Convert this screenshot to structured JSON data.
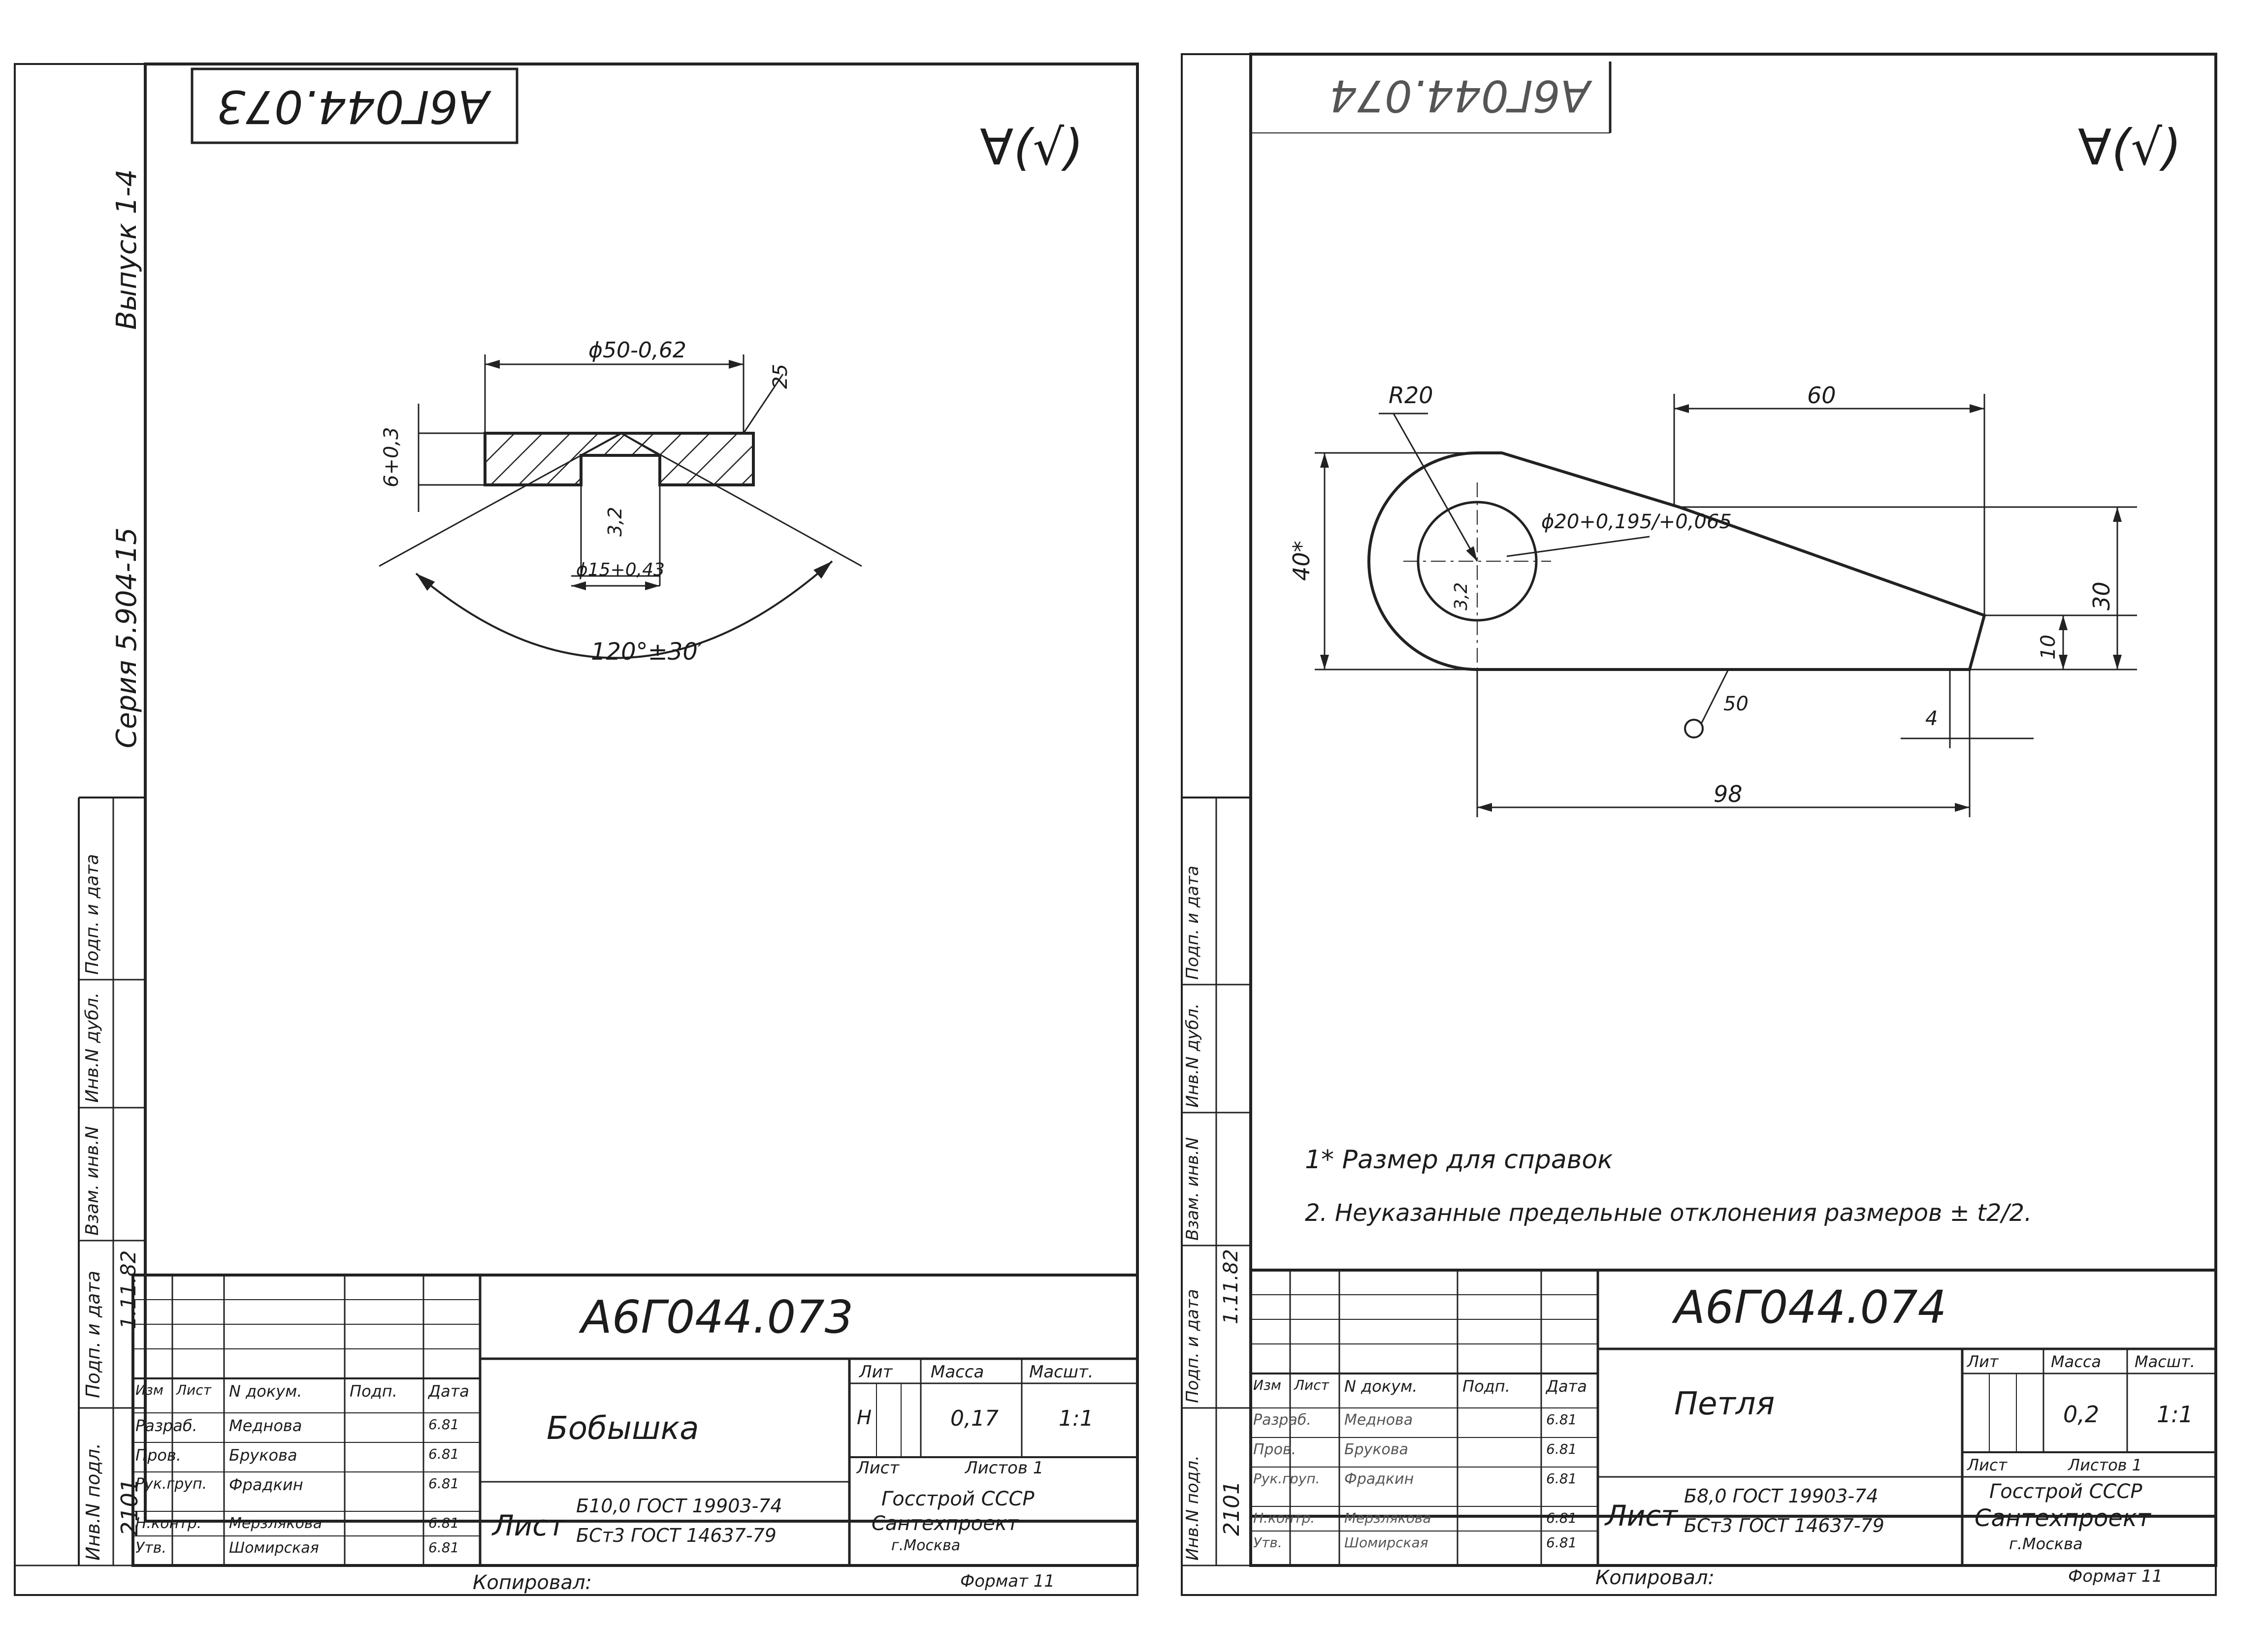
{
  "left_sheet": {
    "header_code": "А6Г044.073",
    "roughness_mark": "∀(√)",
    "side_labels": {
      "issue": "Выпуск 1-4",
      "series": "Серия 5.904-15"
    },
    "dimensions": {
      "outer_dia": "ϕ50-0,62",
      "chamfer": "25",
      "height": "6+0,3",
      "depth": "3,2",
      "bore_dia": "ϕ15+0,43",
      "angle": "120°±30′"
    },
    "stamp": {
      "designation": "А6Г044.073",
      "title": "Бобышка",
      "material_sheet_label": "Лист",
      "material_line1": "Б10,0 ГОСТ 19903-74",
      "material_line2": "БСт3 ГОСТ 14637-79",
      "col_headers": [
        "Лит",
        "Масса",
        "Масшт."
      ],
      "mass": "0,17",
      "scale": "1:1",
      "lit": "Н",
      "sheet_label": "Лист",
      "sheets_label": "Листов 1",
      "org_line1": "Госстрой СССР",
      "org_line2": "Сантехпроект",
      "org_line3": "г.Москва",
      "rows": [
        [
          "Изм",
          "Лист",
          "N докум.",
          "Подп.",
          "Дата"
        ],
        [
          "Разраб.",
          "Меднова",
          "",
          "",
          "6.81"
        ],
        [
          "Пров.",
          "Брукова",
          "",
          "",
          "6.81"
        ],
        [
          "Рук.груп.",
          "Фрадкин",
          "",
          "",
          "6.81"
        ],
        [
          "Н.контр.",
          "Мерзлякова",
          "",
          "",
          "6.81"
        ],
        [
          "Утв.",
          "Шомирская",
          "",
          "",
          "6.81"
        ]
      ],
      "copied": "Копировал:",
      "format": "Формат 11"
    },
    "left_column": {
      "inv": "Инв.N подл.",
      "inv_value": "2101",
      "sign_date": "Подп. и дата",
      "sign_value": "1.11.82",
      "replace": "Взам. инв.N",
      "dup": "Инв.N дубл.",
      "sign2": "Подп. и дата"
    }
  },
  "right_sheet": {
    "header_code": "А6Г044.074",
    "roughness_mark": "∀(√)",
    "dimensions": {
      "radius": "R20",
      "top_len": "60",
      "hole": "ϕ20+0,195/+0,065",
      "height_total": "40*",
      "r_small": "3,2",
      "right_h": "30",
      "right_small": "10",
      "bottom_mark": "50",
      "small_gap": "4",
      "total_len": "98"
    },
    "notes": [
      "1* Размер для справок",
      "2. Неуказанные предельные отклонения размеров ± t2/2."
    ],
    "stamp": {
      "designation": "А6Г044.074",
      "title": "Петля",
      "material_sheet_label": "Лист",
      "material_line1": "Б8,0 ГОСТ 19903-74",
      "material_line2": "БСт3 ГОСТ 14637-79",
      "col_headers": [
        "Лит",
        "Масса",
        "Масшт."
      ],
      "mass": "0,2",
      "scale": "1:1",
      "sheet_label": "Лист",
      "sheets_label": "Листов 1",
      "org_line1": "Госстрой СССР",
      "org_line2": "Сантехпроект",
      "org_line3": "г.Москва",
      "rows": [
        [
          "Изм",
          "Лист",
          "N докум.",
          "Подп.",
          "Дата"
        ],
        [
          "Разраб.",
          "Меднова",
          "",
          "",
          "6.81"
        ],
        [
          "Пров.",
          "Брукова",
          "",
          "",
          "6.81"
        ],
        [
          "Рук.груп.",
          "Фрадкин",
          "",
          "",
          "6.81"
        ],
        [
          "Н.контр.",
          "Мерзлякова",
          "",
          "",
          "6.81"
        ],
        [
          "Утв.",
          "Шомирская",
          "",
          "",
          "6.81"
        ]
      ],
      "copied": "Копировал:",
      "format": "Формат 11"
    },
    "left_column": {
      "inv": "Инв.N подл.",
      "inv_value": "2101",
      "sign_date": "Подп. и дата",
      "sign_value": "1.11.82",
      "replace": "Взам. инв.N",
      "dup": "Инв.N дубл.",
      "sign2": "Подп. и дата"
    }
  }
}
